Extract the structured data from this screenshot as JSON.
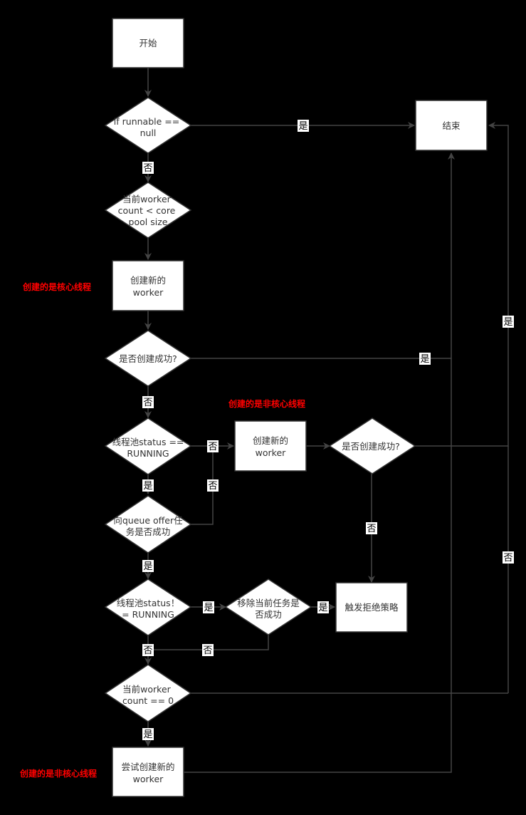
{
  "nodes": {
    "start": "开始",
    "end": "结束",
    "d_null_1": "if runnable ==",
    "d_null_2": "null",
    "d_core_1": "当前worker",
    "d_core_2": "count < core",
    "d_core_3": "pool size",
    "create_core_1": "创建新的",
    "create_core_2": "worker",
    "d_success_1": "是否创建成功?",
    "d_running_1": "线程池status ==",
    "d_running_2": "RUNNING",
    "create_noncore_1": "创建新的",
    "create_noncore_2": "worker",
    "d_success_2": "是否创建成功?",
    "d_offer_1": "向queue offer任",
    "d_offer_2": "务是否成功",
    "d_notrunning_1": "线程池status！",
    "d_notrunning_2": "= RUNNING",
    "d_remove_1": "移除当前任务是",
    "d_remove_2": "否成功",
    "reject": "触发拒绝策略",
    "d_zero_1": "当前worker",
    "d_zero_2": "count == 0",
    "try_create_1": "尝试创建新的",
    "try_create_2": "worker"
  },
  "labels": {
    "yes": "是",
    "no": "否"
  },
  "notes": {
    "core": "创建的是核心线程",
    "noncore_1": "创建的是非核心线程",
    "noncore_2": "创建的是非核心线程"
  }
}
